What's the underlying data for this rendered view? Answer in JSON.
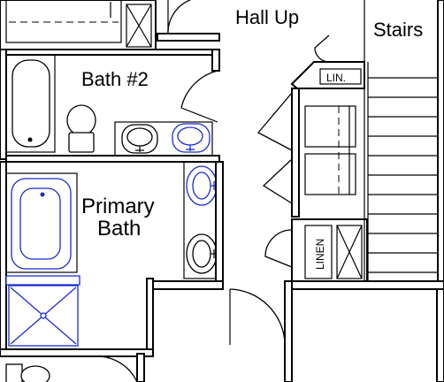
{
  "rooms": {
    "hall": "Hall Up",
    "stairs": "Stairs",
    "bath2": "Bath #2",
    "primary_bath_line1": "Primary",
    "primary_bath_line2": "Bath"
  },
  "closets": {
    "linen_small": "LIN.",
    "linen_tall": "LINEN"
  },
  "colors": {
    "walls": "#000000",
    "fixtures_highlight": "#1a2bd6",
    "background": "#ffffff"
  }
}
